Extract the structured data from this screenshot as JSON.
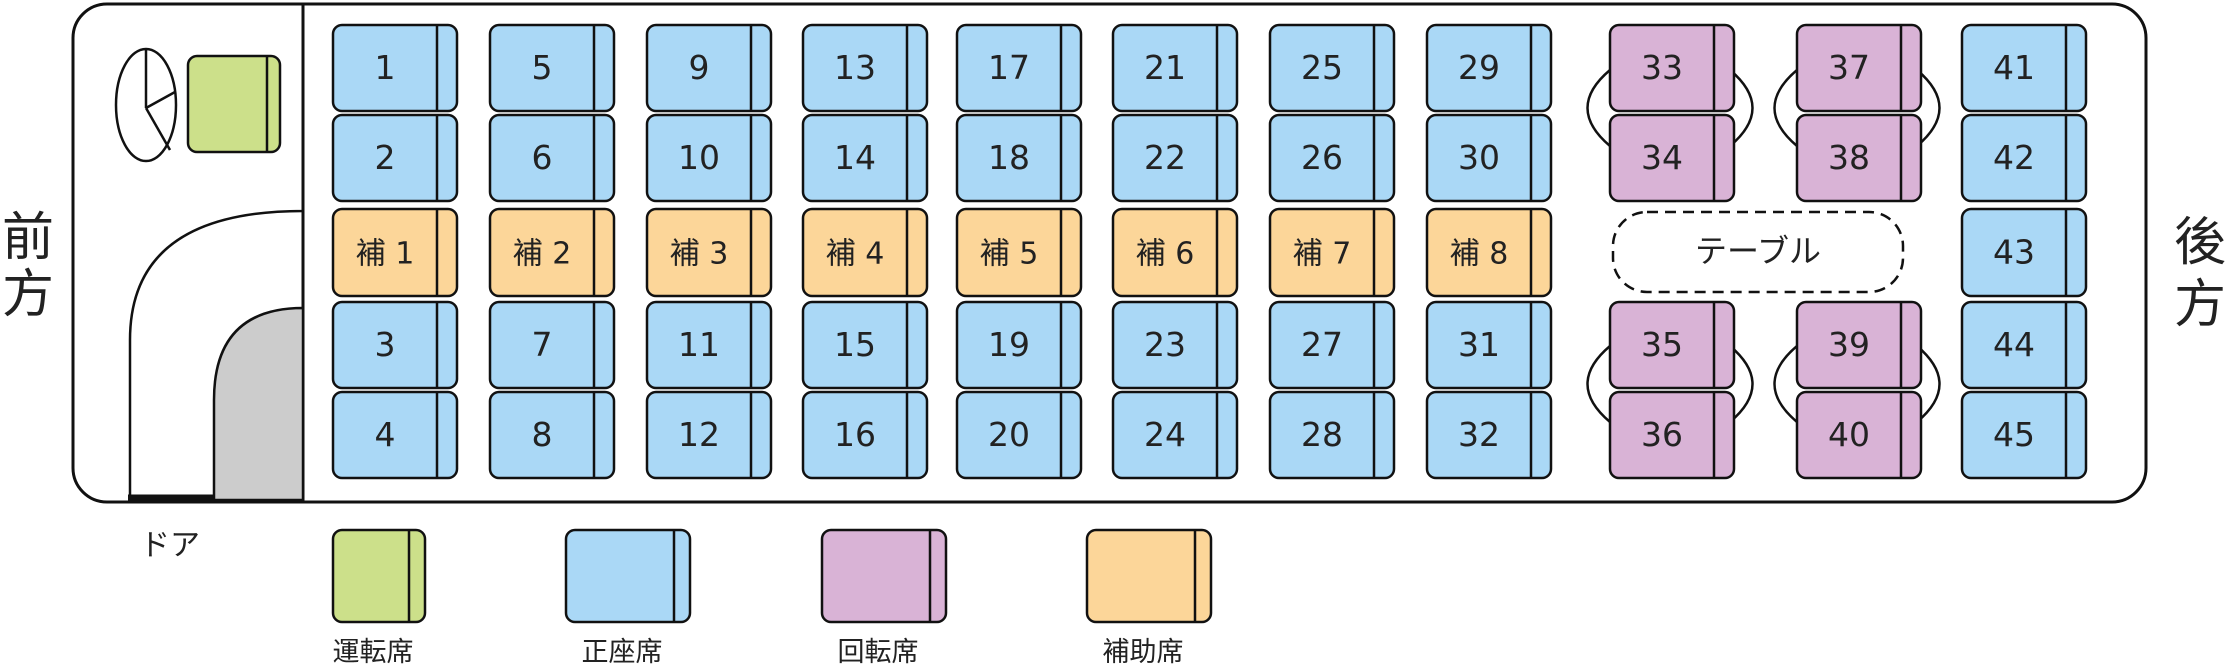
{
  "labels": {
    "front_1": "前",
    "front_2": "方",
    "rear_1": "後",
    "rear_2": "方",
    "door": "ドア",
    "table": "テーブル"
  },
  "colors": {
    "driver": "#cce08a",
    "regular": "#aad8f6",
    "rotating": "#d9b3d6",
    "auxiliary": "#fcd699",
    "door_area": "#cccccc"
  },
  "seats": {
    "regular": [
      "1",
      "2",
      "3",
      "4",
      "5",
      "6",
      "7",
      "8",
      "9",
      "10",
      "11",
      "12",
      "13",
      "14",
      "15",
      "16",
      "17",
      "18",
      "19",
      "20",
      "21",
      "22",
      "23",
      "24",
      "25",
      "26",
      "27",
      "28",
      "29",
      "30",
      "31",
      "32",
      "41",
      "42",
      "43",
      "44",
      "45"
    ],
    "rotating": [
      "33",
      "34",
      "35",
      "36",
      "37",
      "38",
      "39",
      "40"
    ],
    "auxiliary": [
      "補 1",
      "補 2",
      "補 3",
      "補 4",
      "補 5",
      "補 6",
      "補 7",
      "補 8"
    ]
  },
  "legend": [
    {
      "label": "運転席",
      "type": "driver"
    },
    {
      "label": "正座席",
      "type": "regular"
    },
    {
      "label": "回転席",
      "type": "rotating"
    },
    {
      "label": "補助席",
      "type": "auxiliary"
    }
  ]
}
